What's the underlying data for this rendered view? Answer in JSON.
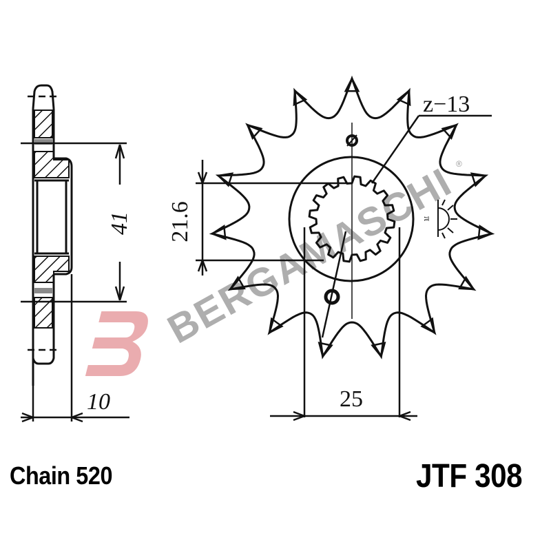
{
  "drawing": {
    "title": "Front sprocket technical drawing",
    "tooth_label": "z−13",
    "dimensions": {
      "pitch_circle_hole_distance": "41",
      "spline_diameter": "21.6",
      "hub_width": "25",
      "thickness": "10"
    }
  },
  "labels": {
    "chain": "Chain 520",
    "part_number": "JTF 308"
  },
  "watermark": {
    "brand": "BERGAMASCHI",
    "registered_mark": "®",
    "logo_letter": "B",
    "logo_color": "#e8a3a6",
    "text_color": "#9a9a9a"
  },
  "colors": {
    "line": "#111111",
    "background": "#ffffff",
    "hatch_fill": "#8a8a8a"
  }
}
